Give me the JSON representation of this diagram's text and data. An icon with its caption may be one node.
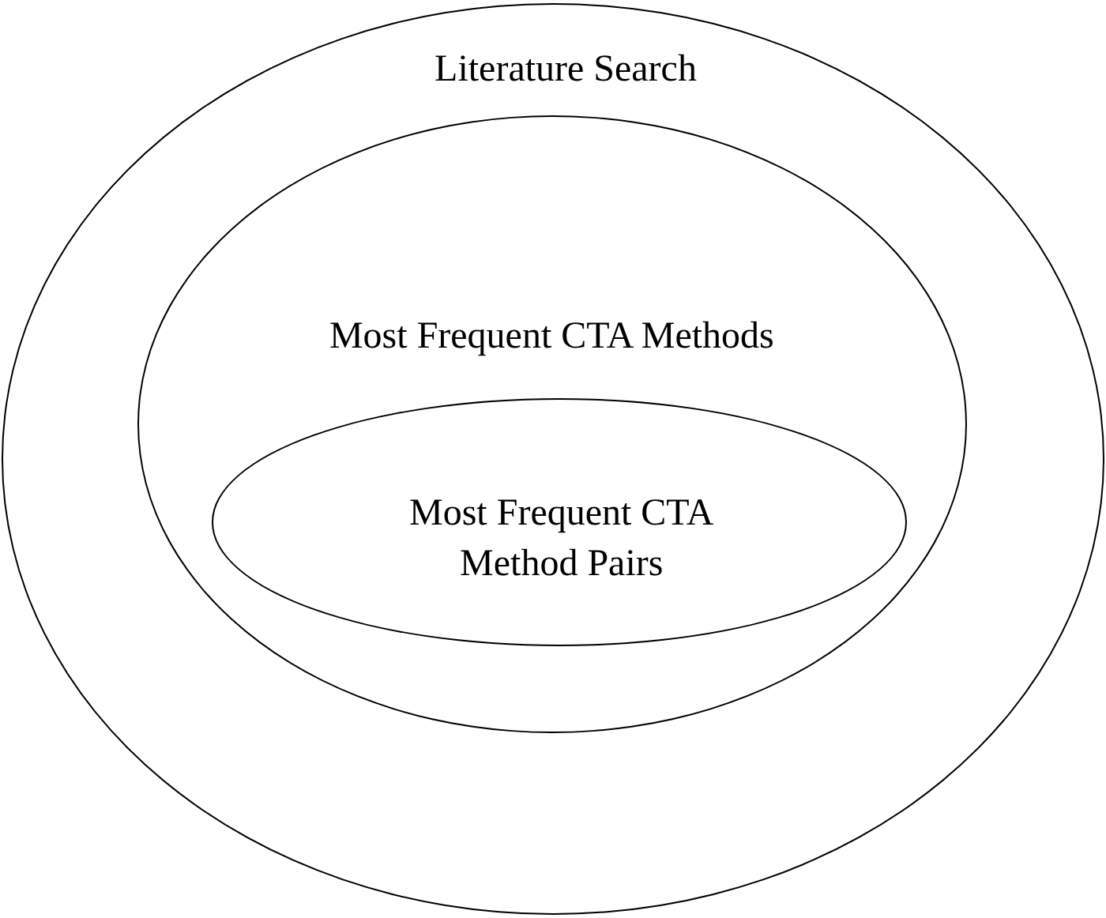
{
  "diagram": {
    "nodes": [
      {
        "text": [
          "Literature Search"
        ]
      },
      {
        "text": [
          "Most Frequent CTA Methods"
        ],
        "in": 0
      },
      {
        "text": [
          "Most Frequent CTA Method Pairs"
        ],
        "in": 1
      }
    ]
  }
}
